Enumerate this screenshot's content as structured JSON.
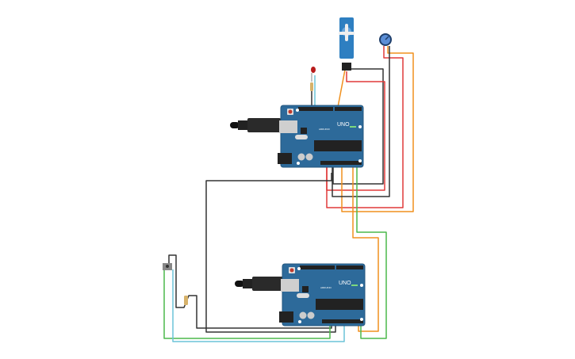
{
  "canvas": {
    "background": "#ffffff"
  },
  "boards": [
    {
      "id": "arduino-top",
      "model_label": "UNO",
      "brand_label": "ARDUINO",
      "color": "#2d6a9a"
    },
    {
      "id": "arduino-bottom",
      "model_label": "UNO",
      "brand_label": "ARDUINO",
      "color": "#2d6a9a"
    }
  ],
  "components": [
    "servo",
    "potentiometer",
    "led",
    "resistor",
    "resistor",
    "pushbutton"
  ],
  "wire_colors": {
    "black": "#333333",
    "red": "#e03a3a",
    "orange": "#f0901e",
    "green": "#4cb84c",
    "cyan": "#6cc4d8"
  }
}
